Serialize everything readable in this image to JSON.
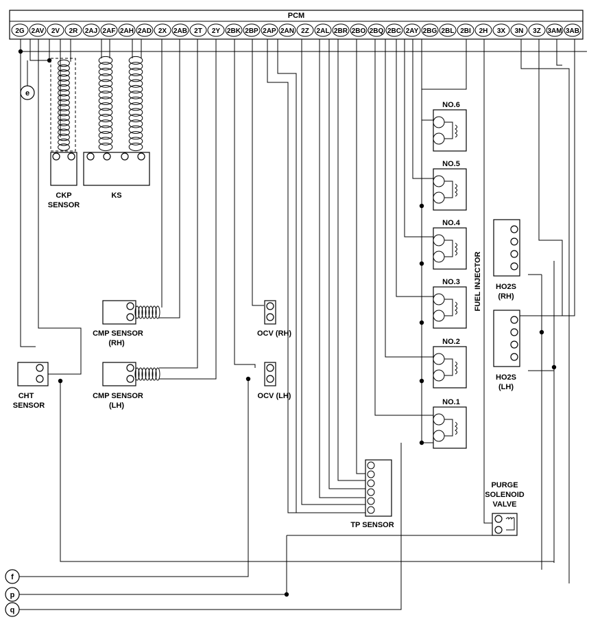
{
  "pcm": {
    "title": "PCM",
    "pins": [
      "2G",
      "2AV",
      "2V",
      "2R",
      "2AJ",
      "2AF",
      "2AH",
      "2AD",
      "2X",
      "2AB",
      "2T",
      "2Y",
      "2BK",
      "2BP",
      "2AP",
      "2AN",
      "2Z",
      "2AL",
      "2BR",
      "2BO",
      "2BQ",
      "2BC",
      "2AY",
      "2BG",
      "2BL",
      "2BI",
      "2H",
      "3X",
      "3N",
      "3Z",
      "3AM",
      "3AB"
    ]
  },
  "labels": {
    "ckp_1": "CKP",
    "ckp_2": "SENSOR",
    "ks": "KS",
    "cmp_rh_1": "CMP SENSOR",
    "cmp_rh_2": "(RH)",
    "cmp_lh_1": "CMP SENSOR",
    "cmp_lh_2": "(LH)",
    "cht_1": "CHT",
    "cht_2": "SENSOR",
    "ocv_rh": "OCV (RH)",
    "ocv_lh": "OCV (LH)",
    "tp": "TP SENSOR",
    "fuel_injector": "FUEL INJECTOR",
    "no6": "NO.6",
    "no5": "NO.5",
    "no4": "NO.4",
    "no3": "NO.3",
    "no2": "NO.2",
    "no1": "NO.1",
    "ho2s_rh_1": "HO2S",
    "ho2s_rh_2": "(RH)",
    "ho2s_lh_1": "HO2S",
    "ho2s_lh_2": "(LH)",
    "purge_1": "PURGE",
    "purge_2": "SOLENOID",
    "purge_3": "VALVE",
    "conn_e": "e",
    "conn_f": "f",
    "conn_p": "p",
    "conn_q": "q"
  }
}
